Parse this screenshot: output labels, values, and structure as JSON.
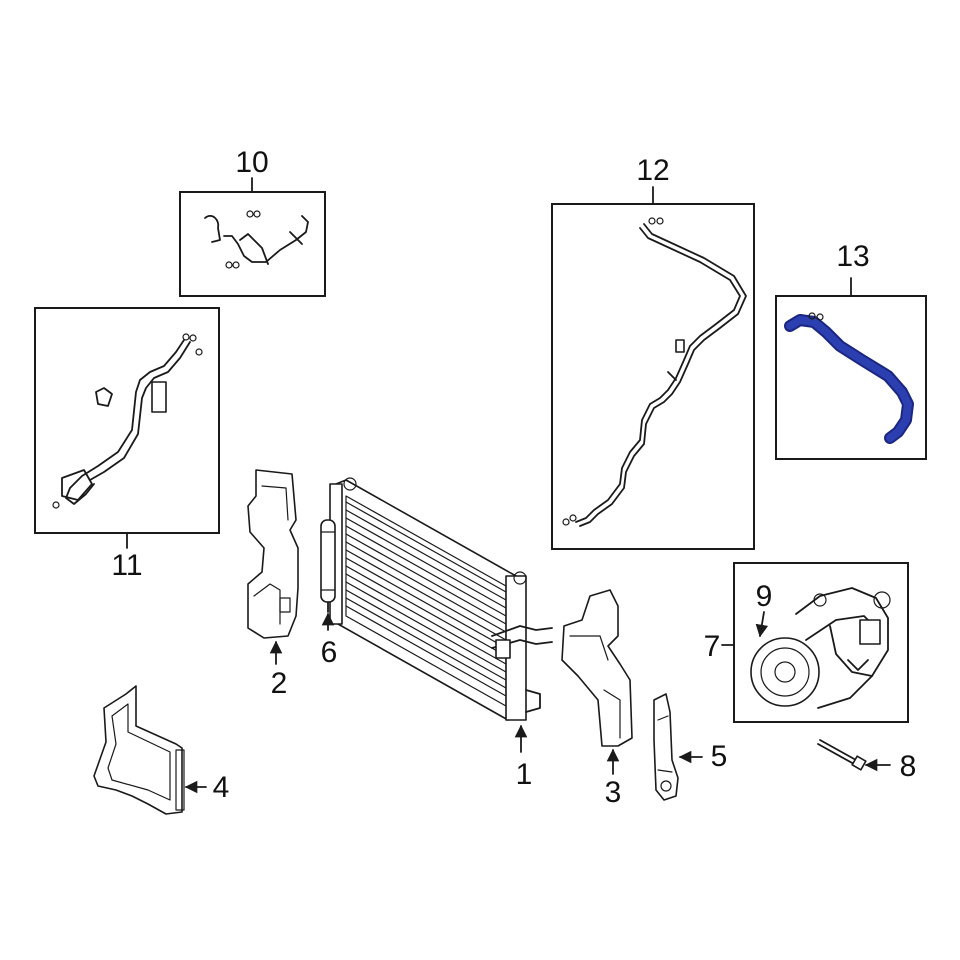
{
  "callouts": {
    "c1": "1",
    "c2": "2",
    "c3": "3",
    "c4": "4",
    "c5": "5",
    "c6": "6",
    "c7": "7",
    "c8": "8",
    "c9": "9",
    "c10": "10",
    "c11": "11",
    "c12": "12",
    "c13": "13"
  },
  "colors": {
    "line": "#1a1a1a",
    "highlight": "#2b3fb0",
    "highlight_dark": "#1a2680",
    "background": "#ffffff"
  }
}
